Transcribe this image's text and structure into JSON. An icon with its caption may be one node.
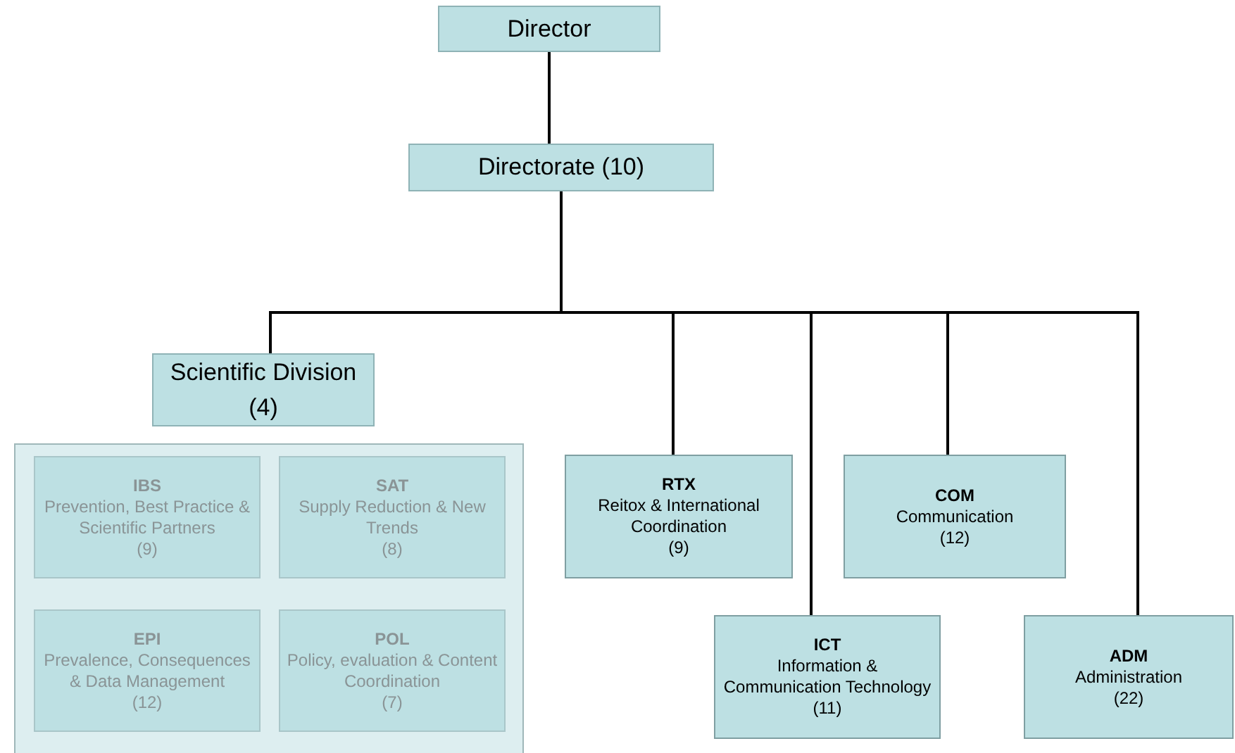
{
  "diagram": {
    "nodes": [
      {
        "text": [
          "Director"
        ]
      },
      {
        "text": [
          "Directorate (10)"
        ]
      },
      {
        "text": [
          "Scientific Division (4)"
        ]
      },
      {
        "text": [],
        "shape": "box"
      },
      {
        "text": [
          "IBS",
          "Prevention, Best Practice & Scientific Partners",
          "(9)"
        ],
        "in": 3
      },
      {
        "text": [
          "SAT",
          "Supply Reduction & New Trends",
          "(8)"
        ],
        "in": 3
      },
      {
        "text": [
          "EPI",
          "Prevalence, Consequences & Data Management",
          "(12)"
        ],
        "in": 3
      },
      {
        "text": [
          "POL",
          "Policy, evaluation & Content Coordination",
          "(7)"
        ],
        "in": 3
      },
      {
        "text": [
          "RTX",
          "Reitox & International Coordination",
          "(9)"
        ]
      },
      {
        "text": [
          "COM",
          "Communication",
          "(12)"
        ]
      },
      {
        "text": [
          "ICT",
          "Information & Communication Technology",
          "(11)"
        ]
      },
      {
        "text": [
          "ADM",
          "Administration",
          "(22)"
        ]
      }
    ],
    "edges": [
      {
        "from": 0,
        "to": 1,
        "arrow": "none"
      },
      {
        "from": 1,
        "to": 2,
        "arrow": "none"
      },
      {
        "from": 1,
        "to": 8,
        "arrow": "none"
      },
      {
        "from": 1,
        "to": 10,
        "arrow": "none"
      },
      {
        "from": 1,
        "to": 9,
        "arrow": "none"
      },
      {
        "from": 1,
        "to": 11,
        "arrow": "none"
      }
    ]
  }
}
